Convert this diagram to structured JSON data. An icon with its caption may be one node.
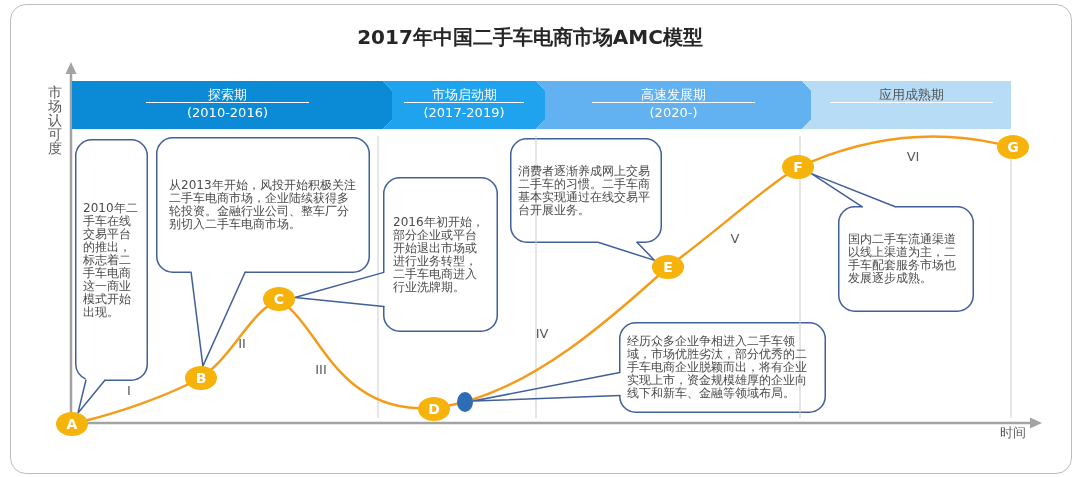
{
  "diagram": {
    "title": "2017年中国二手车电商市场AMC模型",
    "nodes": [
      {
        "text": [
          "探索期",
          "(2010-2016)"
        ]
      },
      {
        "text": [
          "市场启动期",
          "(2017-2019)"
        ]
      },
      {
        "text": [
          "高速发展期",
          "(2020-)"
        ]
      },
      {
        "text": [
          "应用成熟期"
        ]
      },
      {
        "text": [
          "2010年二手车在线交易平台的推出，标志着二手车电商这一商业模式开始出现。"
        ]
      },
      {
        "text": [
          "从2013年开始，风投开始积极关注二手车电商市场，企业陆续获得多轮投资。金融行业公司、整车厂分别切入二手车电商市场。"
        ]
      },
      {
        "text": [
          "2016年初开始，部分企业或平台开始退出市场或进行业务转型，二手车电商进入行业洗牌期。"
        ]
      },
      {
        "text": [
          "消费者逐渐养成网上交易二手车的习惯。二手车商基本实现通过在线交易平台开展业务。"
        ]
      },
      {
        "text": [
          "经历众多企业争相进入二手车领域，市场优胜劣汰，部分优秀的二手车电商企业脱颖而出，将有企业实现上市，资金规模雄厚的企业向线下和新车、金融等领域布局。"
        ]
      },
      {
        "text": [
          "国内二手车流通渠道以线上渠道为主，二手车配套服务市场也发展逐步成熟。"
        ]
      },
      {
        "text": [
          "A"
        ]
      },
      {
        "text": [
          "B"
        ]
      },
      {
        "text": [
          "C"
        ]
      },
      {
        "text": [
          "D"
        ]
      },
      {
        "text": [],
        "shape": "circle"
      },
      {
        "text": [
          "E"
        ]
      },
      {
        "text": [
          "F"
        ]
      },
      {
        "text": [
          "G"
        ]
      }
    ],
    "edges": [
      {
        "from": 10,
        "to": 11,
        "arrow": "none"
      },
      {
        "from": 11,
        "to": 12,
        "arrow": "none"
      },
      {
        "from": 12,
        "to": 13,
        "arrow": "none"
      },
      {
        "from": 13,
        "to": 14,
        "arrow": "none"
      },
      {
        "from": 14,
        "to": 15,
        "arrow": "none"
      },
      {
        "from": 15,
        "to": 16,
        "arrow": "none"
      },
      {
        "from": 16,
        "to": 17,
        "arrow": "none"
      },
      {
        "from": 4,
        "to": 10,
        "arrow": "none",
        "color": "#40609a"
      },
      {
        "from": 5,
        "to": 11,
        "arrow": "none",
        "color": "#40609a"
      },
      {
        "from": 6,
        "to": 12,
        "arrow": "none",
        "color": "#40609a"
      },
      {
        "from": 7,
        "to": 15,
        "arrow": "none",
        "color": "#40609a"
      },
      {
        "from": 8,
        "to": 14,
        "arrow": "none",
        "color": "#40609a"
      },
      {
        "from": 9,
        "to": 16,
        "arrow": "none",
        "color": "#40609a"
      }
    ],
    "labels": [
      "市场认可度",
      "I",
      "II",
      "III",
      "IV",
      "V",
      "VI",
      "时间"
    ]
  }
}
